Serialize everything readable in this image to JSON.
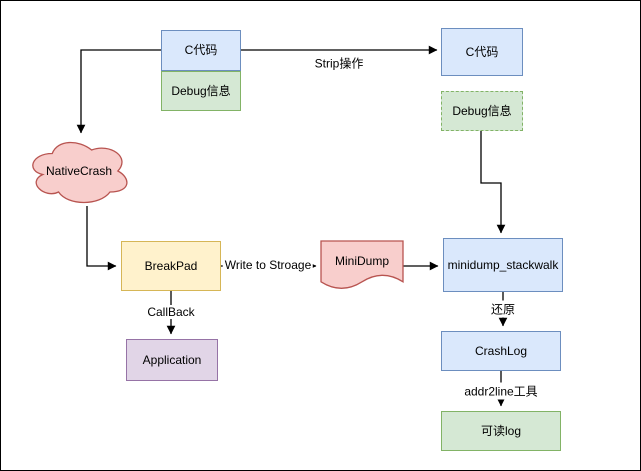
{
  "nodes": {
    "src_code": {
      "label": "C代码"
    },
    "src_debug": {
      "label": "Debug信息"
    },
    "stripped_code": {
      "label": "C代码"
    },
    "stripped_debug": {
      "label": "Debug信息"
    },
    "native_crash": {
      "label": "NativeCrash"
    },
    "breakpad": {
      "label": "BreakPad"
    },
    "minidump": {
      "label": "MiniDump"
    },
    "stackwalk": {
      "label": "minidump_stackwalk"
    },
    "application": {
      "label": "Application"
    },
    "crashlog": {
      "label": "CrashLog"
    },
    "readable_log": {
      "label": "可读log"
    }
  },
  "edge_labels": {
    "strip": "Strip操作",
    "write_storage": "Write to Stroage",
    "callback": "CallBack",
    "restore": "还原",
    "addr2line": "addr2line工具"
  },
  "colors": {
    "blue_fill": "#dae8fc",
    "blue_stroke": "#6c8ebf",
    "green_fill": "#d5e8d4",
    "green_stroke": "#82b366",
    "yellow_fill": "#fff2cc",
    "yellow_stroke": "#d6b656",
    "red_fill": "#f8cecc",
    "red_stroke": "#b85450",
    "purple_fill": "#e1d5e7",
    "purple_stroke": "#9673a6",
    "edge": "#000000"
  }
}
